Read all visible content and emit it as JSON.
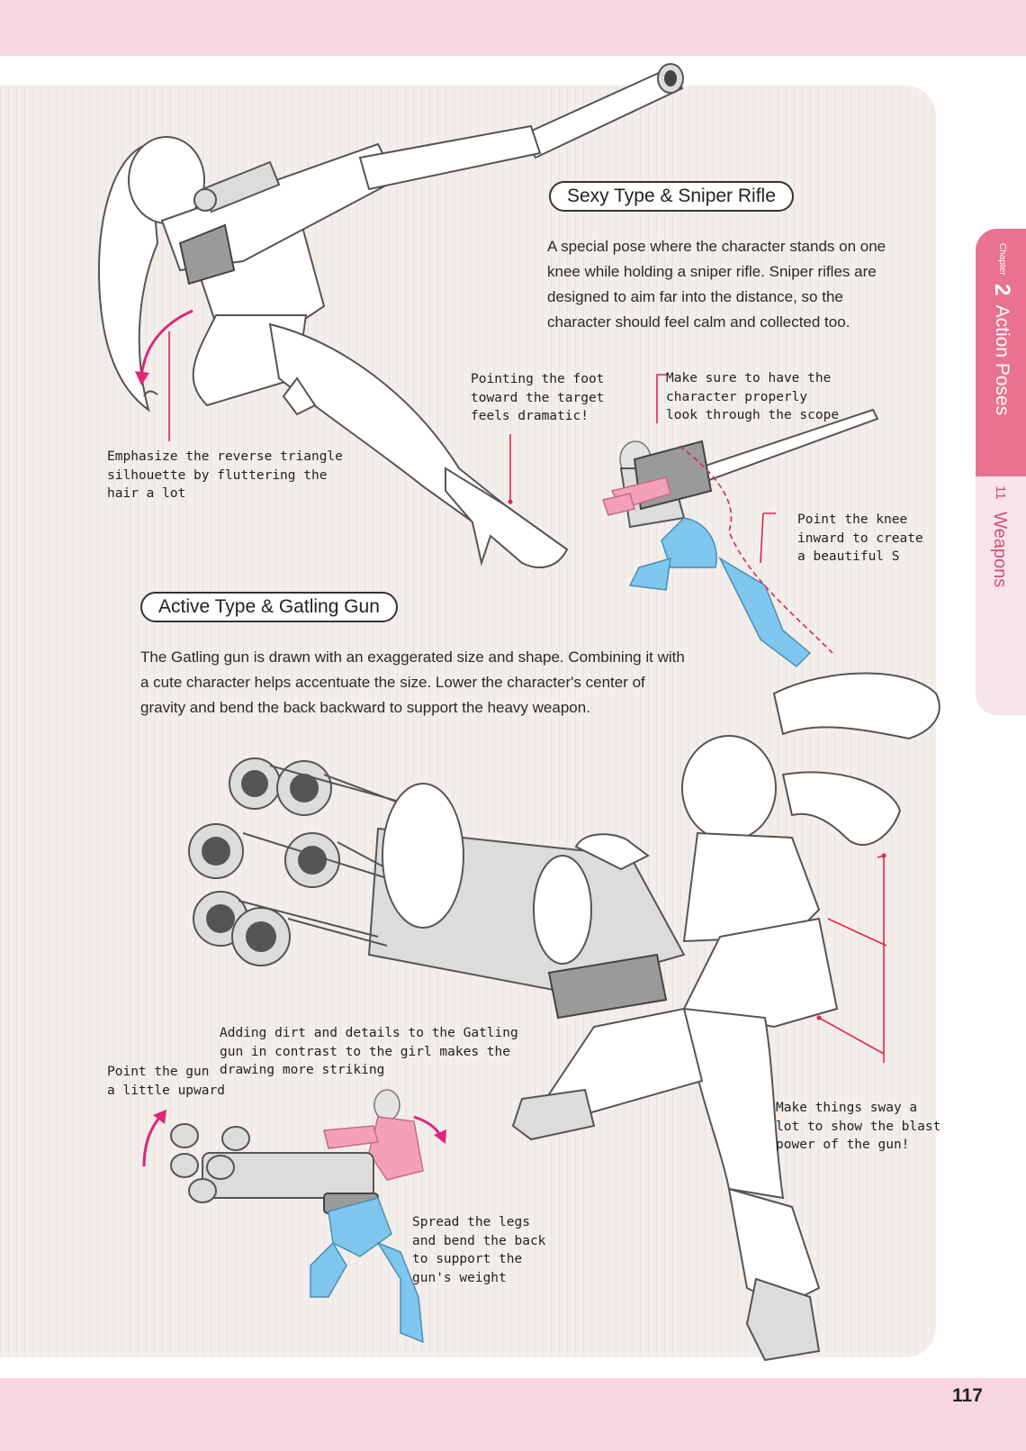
{
  "page": {
    "number": "117"
  },
  "side_tab": {
    "chapter_word": "Chapter",
    "chapter_number": "2",
    "chapter_title": "Action Poses",
    "section_number": "11",
    "section_title": "Weapons"
  },
  "sections": {
    "sniper": {
      "heading": "Sexy Type & Sniper Rifle",
      "body": "A special pose where the character stands on one knee while holding a sniper rifle. Sniper rifles are designed to aim far into the distance, so the character should feel calm and collected too."
    },
    "gatling": {
      "heading": "Active Type & Gatling Gun",
      "body": "The Gatling gun is drawn with an exaggerated size and shape. Combining it with a cute character helps accentuate the size. Lower the character's center of gravity and bend the back backward to support the heavy weapon."
    }
  },
  "notes": {
    "hair": "Emphasize the reverse triangle\nsilhouette by fluttering the\nhair a lot",
    "foot": "Pointing the foot\ntoward the target\nfeels dramatic!",
    "scope": "Make sure to have the\ncharacter properly\nlook through the scope",
    "knee": "Point the knee\ninward to create\na beautiful S",
    "dirt": "Adding dirt and details to the Gatling\ngun in contrast to the girl makes the\ndrawing more striking",
    "gun_up": "Point the gun\na little upward",
    "legs": "Spread the legs\nand bend the back\nto support the\ngun's weight",
    "sway": "Make things sway a\nlot to show the blast\npower of the gun!"
  },
  "colors": {
    "accent_pink": "#e8728f",
    "band_pink": "#f9d6e3",
    "callout_red": "#e0254f",
    "mannequin_blue": "#7fc6ee",
    "mannequin_pink": "#f3a0b8"
  }
}
